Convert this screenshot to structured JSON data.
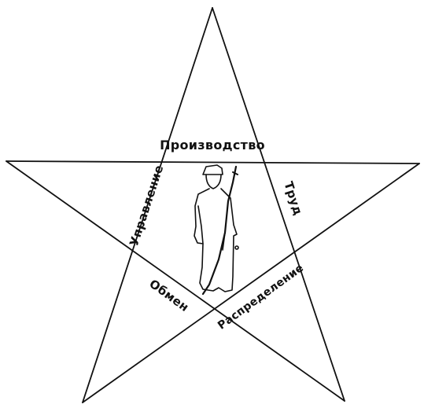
{
  "diagram": {
    "labels": {
      "top": "Производство",
      "left": "Управление",
      "right": "Труд",
      "bottom_left": "Обмен",
      "bottom_right": "Распределение"
    },
    "figure_icon": "soldier-with-rifle-icon",
    "colors": {
      "ink": "#111111",
      "background": "#ffffff"
    }
  }
}
